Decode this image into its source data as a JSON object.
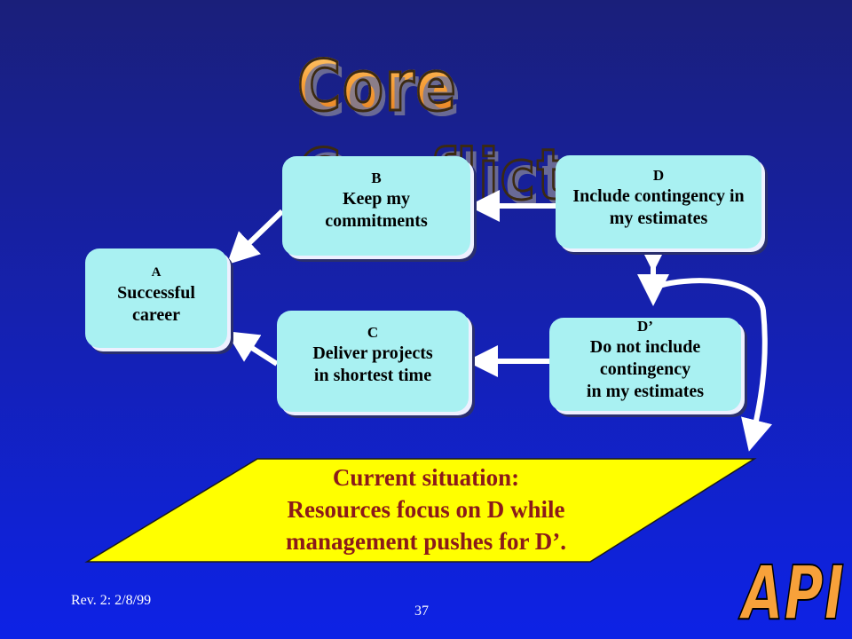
{
  "title": "Core Conflict",
  "boxes": {
    "a": {
      "label": "A",
      "lines": [
        "Successful",
        "career"
      ]
    },
    "b": {
      "label": "B",
      "lines": [
        "Keep my",
        "commitments"
      ]
    },
    "c": {
      "label": "C",
      "lines": [
        "Deliver projects",
        "in shortest time"
      ]
    },
    "d": {
      "label": "D",
      "lines": [
        "Include contingency in",
        "my estimates"
      ]
    },
    "d_prime": {
      "label": "D’",
      "lines": [
        "Do not include",
        "contingency",
        "in my estimates"
      ]
    }
  },
  "note": {
    "lines": [
      "Current situation:",
      "Resources focus on D while",
      "management pushes for D’."
    ]
  },
  "footer": {
    "revision": "Rev. 2: 2/8/99",
    "page_number": "37",
    "logo_text": "API"
  },
  "colors": {
    "box_fill": "#a9f1f2",
    "note_fill": "#ffff00",
    "note_text": "#8b1a1a",
    "title": "#f7a13a",
    "arrow": "#ffffff"
  }
}
